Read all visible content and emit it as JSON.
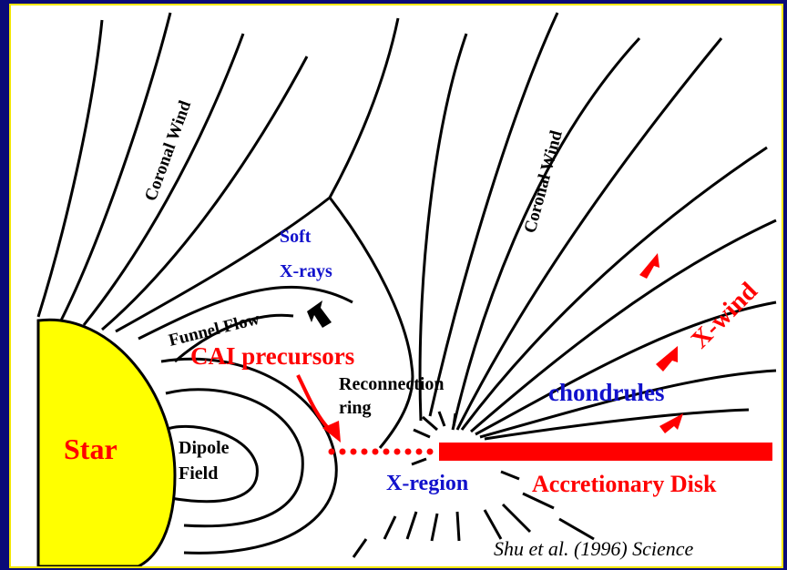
{
  "colors": {
    "background": "#0a0a78",
    "panel": "#ffffff",
    "border": "#f2e600",
    "star_fill": "#ffff00",
    "red": "#ff0000",
    "blue": "#1111cc",
    "black": "#000000"
  },
  "labels": {
    "star": "Star",
    "dipole_line1": "Dipole",
    "dipole_line2": "Field",
    "funnel_flow": "Funnel Flow",
    "soft_line1": "Soft",
    "soft_line2": "X-rays",
    "cai_precursors": "CAI precursors",
    "reconnection_line1": "Reconnection",
    "reconnection_line2": "ring",
    "coronal_wind_left": "Coronal Wind",
    "coronal_wind_right": "Coronal Wind",
    "x_wind": "X-wind",
    "chondrules": "chondrules",
    "x_region": "X-region",
    "accretionary_disk": "Accretionary Disk",
    "citation": "Shu et al. (1996) Science"
  }
}
